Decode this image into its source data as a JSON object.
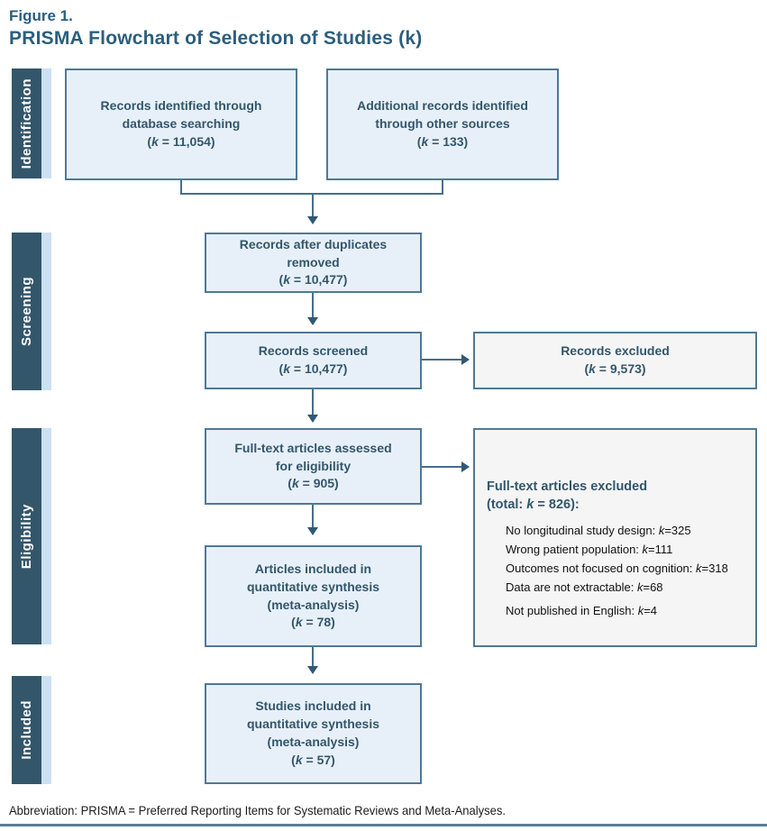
{
  "figure": {
    "label": "Figure 1.",
    "title": "PRISMA Flowchart of Selection of Studies (k)"
  },
  "k_char": "k",
  "stages": {
    "identification": "Identification",
    "screening": "Screening",
    "eligibility": "Eligibility",
    "included": "Included"
  },
  "boxes": {
    "identified": {
      "line1": "Records identified through",
      "line2": "database searching",
      "k_pre": "(",
      "k_rest": " = 11,054)"
    },
    "additional": {
      "line1": "Additional records identified",
      "line2": "through other sources",
      "k_pre": "(",
      "k_rest": " = 133)"
    },
    "duplicates": {
      "line1": "Records after duplicates",
      "line2": "removed",
      "k_pre": "(",
      "k_rest": " = 10,477)"
    },
    "screened": {
      "line1": "Records screened",
      "k_pre": "(",
      "k_rest": " = 10,477)"
    },
    "records_excluded": {
      "line1": "Records excluded",
      "k_pre": "(",
      "k_rest": " = 9,573)"
    },
    "fulltext": {
      "line1": "Full-text articles assessed",
      "line2": "for eligibility",
      "k_pre": "(",
      "k_rest": " = 905)"
    },
    "fulltext_excluded": {
      "heading1": "Full-text articles excluded",
      "heading2_pre": "(total: ",
      "heading2_rest": " = 826):",
      "reasons": [
        {
          "text": "No longitudinal study design: ",
          "value": "=325"
        },
        {
          "text": "Wrong patient population: ",
          "value": "=111"
        },
        {
          "text": "Outcomes not focused on cognition: ",
          "value": "=318"
        },
        {
          "text": "Data are not extractable: ",
          "value": "=68"
        },
        {
          "text": "Not published in English: ",
          "value": "=4"
        }
      ]
    },
    "articles_included": {
      "line1": "Articles included in",
      "line2": "quantitative synthesis",
      "line3": "(meta-analysis)",
      "k_pre": "(",
      "k_rest": " = 78)"
    },
    "studies_included": {
      "line1": "Studies included in",
      "line2": "quantitative synthesis",
      "line3": "(meta-analysis)",
      "k_pre": "(",
      "k_rest": " = 57)"
    }
  },
  "colors": {
    "stage_bar": "#33566B",
    "stage_strip": "#CBE0F2",
    "box_fill_blue": "#E7F0F8",
    "box_fill_gray": "#F5F5F5",
    "box_border": "#4E7996",
    "line": "#476E8C",
    "title_text": "#2B5E7D",
    "box_text": "#33566B"
  },
  "footnote": "Abbreviation: PRISMA = Preferred Reporting Items for Systematic Reviews and Meta-Analyses."
}
